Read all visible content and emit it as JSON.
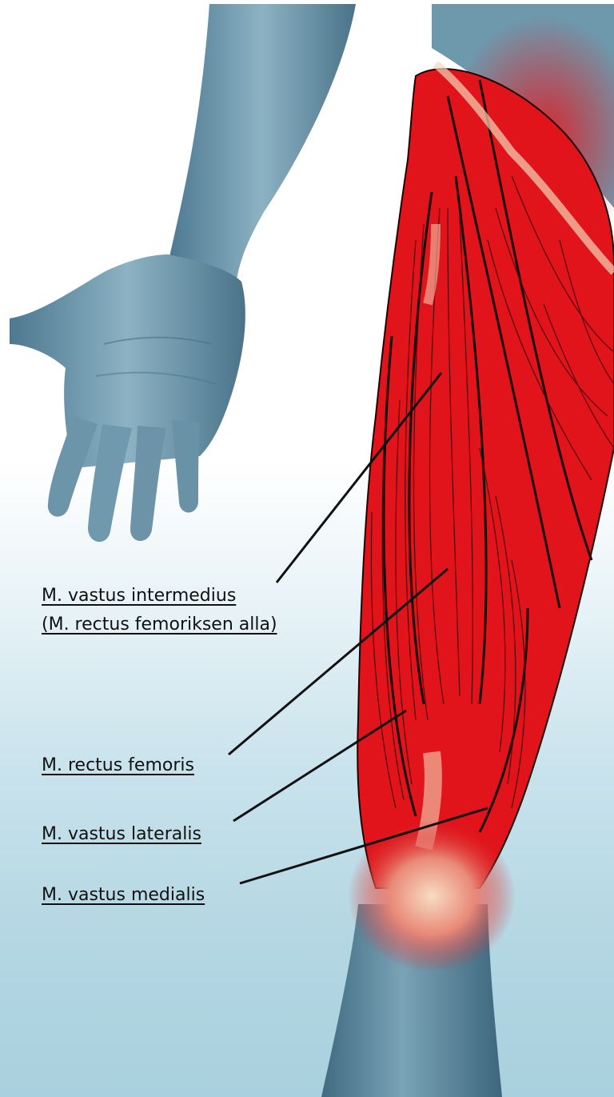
{
  "labels": {
    "vastus_intermedius": "M. vastus intermedius",
    "vastus_intermedius_note": "(M. rectus femoriksen alla)",
    "rectus_femoris": "M. rectus femoris",
    "vastus_lateralis": "M. vastus lateralis",
    "vastus_medialis": "M. vastus medialis"
  },
  "colors": {
    "muscle": "#e0141a",
    "skin": "#6f98ad",
    "tendon": "#f4d6b8",
    "leader_line": "#111111"
  }
}
